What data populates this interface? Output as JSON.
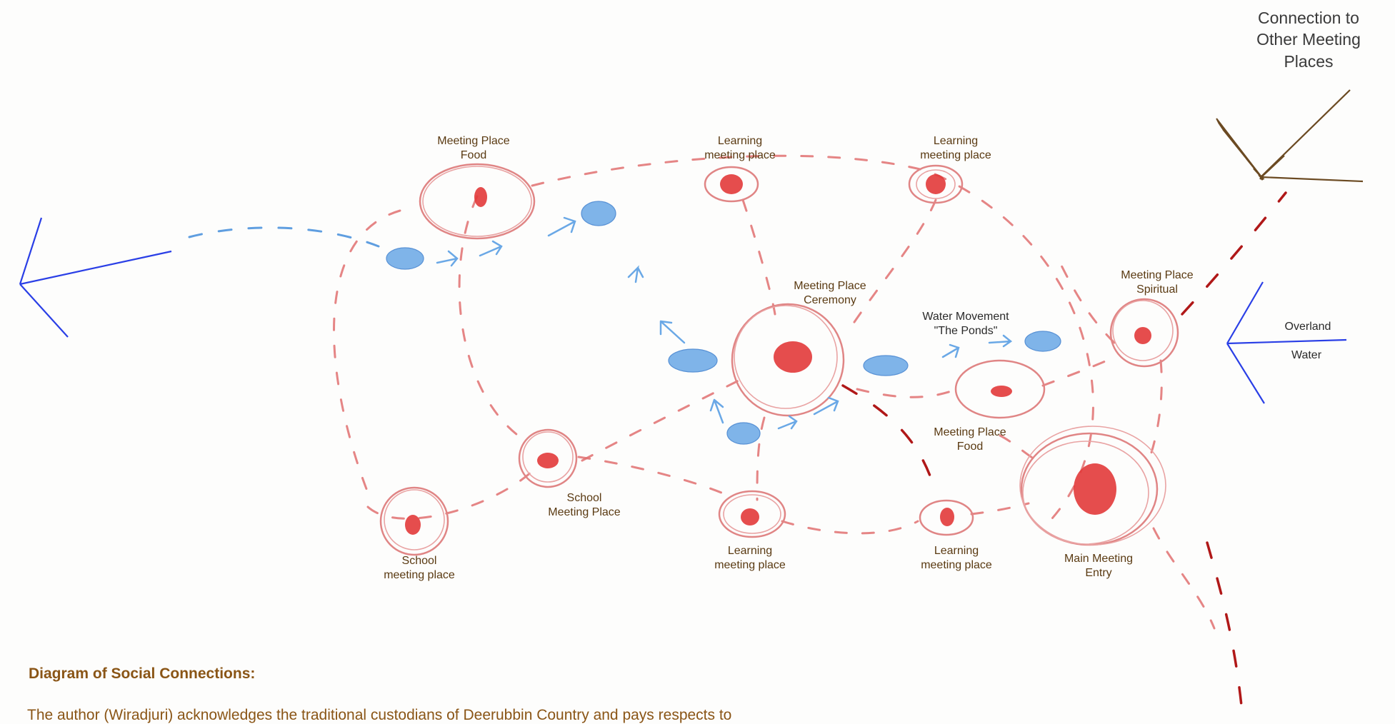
{
  "diagram": {
    "corner_label": [
      "Connection to",
      "Other Meeting",
      "Places"
    ],
    "legend": {
      "overland": "Overland",
      "water": "Water"
    },
    "places": {
      "meeting_food_top": [
        "Meeting Place",
        "Food"
      ],
      "learning_1": [
        "Learning",
        "meeting place"
      ],
      "learning_2": [
        "Learning",
        "meeting place"
      ],
      "ceremony": [
        "Meeting Place",
        "Ceremony"
      ],
      "water_movement": [
        "Water Movement",
        "\"The Ponds\""
      ],
      "spiritual": [
        "Meeting Place",
        "Spiritual"
      ],
      "meeting_food_mid": [
        "Meeting Place",
        "Food"
      ],
      "school_meeting_place": [
        "School",
        "Meeting Place"
      ],
      "school_meeting_place_low": [
        "School",
        "meeting place"
      ],
      "learning_3": [
        "Learning",
        "meeting place"
      ],
      "learning_4": [
        "Learning",
        "meeting place"
      ],
      "main_entry": [
        "Main Meeting",
        "Entry"
      ]
    },
    "colors": {
      "meeting_place": "#e23a3a",
      "water": "#6aa8e6",
      "label": "#5a3a12",
      "overland_line": "#2a3fe6"
    }
  },
  "caption": {
    "title": "Diagram of Social Connections:",
    "text": "The author (Wiradjuri) acknowledges the traditional custodians of Deerubbin Country and pays respects to"
  }
}
